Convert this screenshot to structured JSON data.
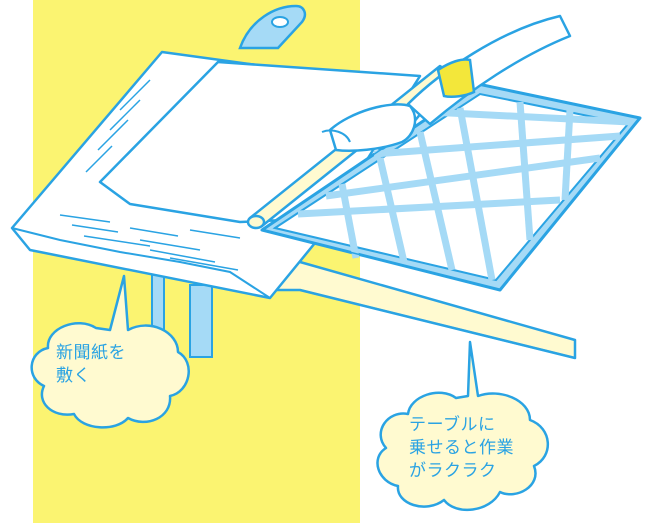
{
  "labels": {
    "newspaper": {
      "line1": "新聞紙を",
      "line2": "敷く"
    },
    "table": {
      "line1": "テーブルに",
      "line2": "乗せると作業",
      "line3": "がラクラク"
    }
  },
  "colors": {
    "background_panel": "#fbf471",
    "line_blue": "#2aa3e3",
    "light_blue": "#a5daf6",
    "pale_yellow": "#fffad0",
    "cuff_yellow": "#f3e73a"
  },
  "icons": {
    "iron": "iron-icon",
    "screen_frame": "screen-frame",
    "roller": "roller"
  }
}
